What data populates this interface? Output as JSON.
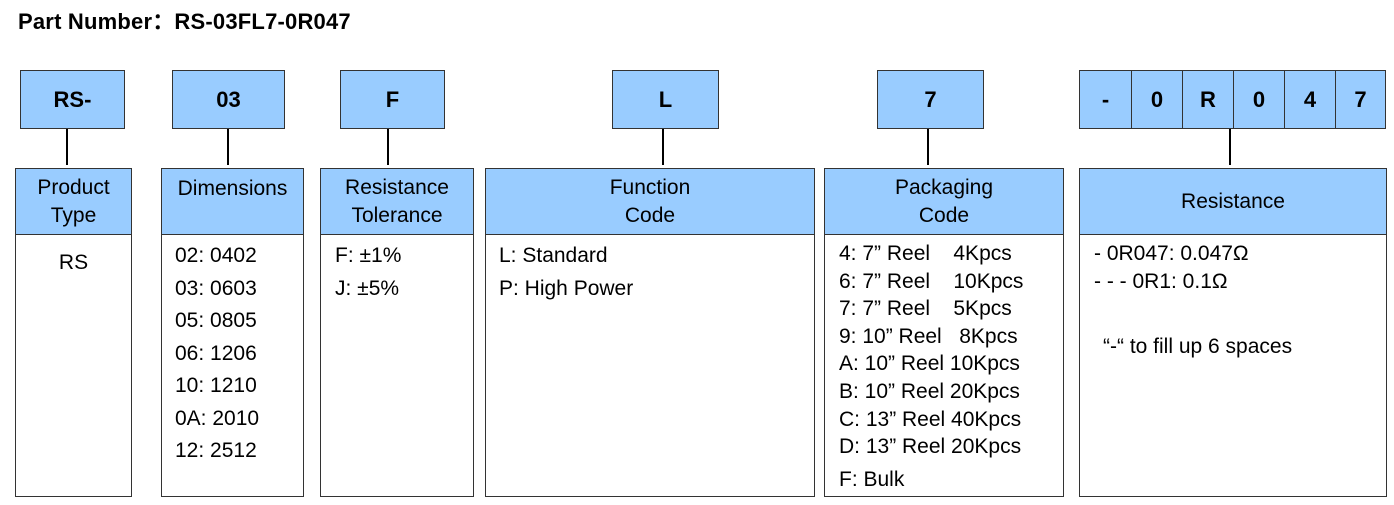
{
  "title": "Part Number：RS-03FL7-0R047",
  "codes": {
    "product_type": "RS-",
    "dimensions": "03",
    "tolerance": "F",
    "function": "L",
    "packaging": "7",
    "resistance_chars": [
      "-",
      "0",
      "R",
      "0",
      "4",
      "7"
    ]
  },
  "columns": {
    "product_type": {
      "header": "Product\nType",
      "items": [
        "RS"
      ]
    },
    "dimensions": {
      "header": "Dimensions",
      "items": [
        "02: 0402",
        "03: 0603",
        "05: 0805",
        "06: 1206",
        "10: 1210",
        "0A: 2010",
        "12: 2512"
      ]
    },
    "tolerance": {
      "header": "Resistance\nTolerance",
      "items": [
        "F: ±1%",
        "J: ±5%"
      ]
    },
    "function": {
      "header": "Function\nCode",
      "items": [
        "L: Standard",
        "P: High Power"
      ]
    },
    "packaging": {
      "header": "Packaging\nCode",
      "items": [
        "4: 7” Reel    4Kpcs",
        "6: 7” Reel    10Kpcs",
        "7: 7” Reel    5Kpcs",
        "9: 10” Reel   8Kpcs",
        "A: 10” Reel 10Kpcs",
        "B: 10” Reel 20Kpcs",
        "C: 13” Reel 40Kpcs",
        "D: 13” Reel 20Kpcs",
        "F: Bulk"
      ]
    },
    "resistance": {
      "header": "Resistance",
      "items": [
        "- 0R047: 0.047Ω",
        "- - - 0R1: 0.1Ω"
      ],
      "note": "“-“ to fill up 6 spaces"
    }
  }
}
